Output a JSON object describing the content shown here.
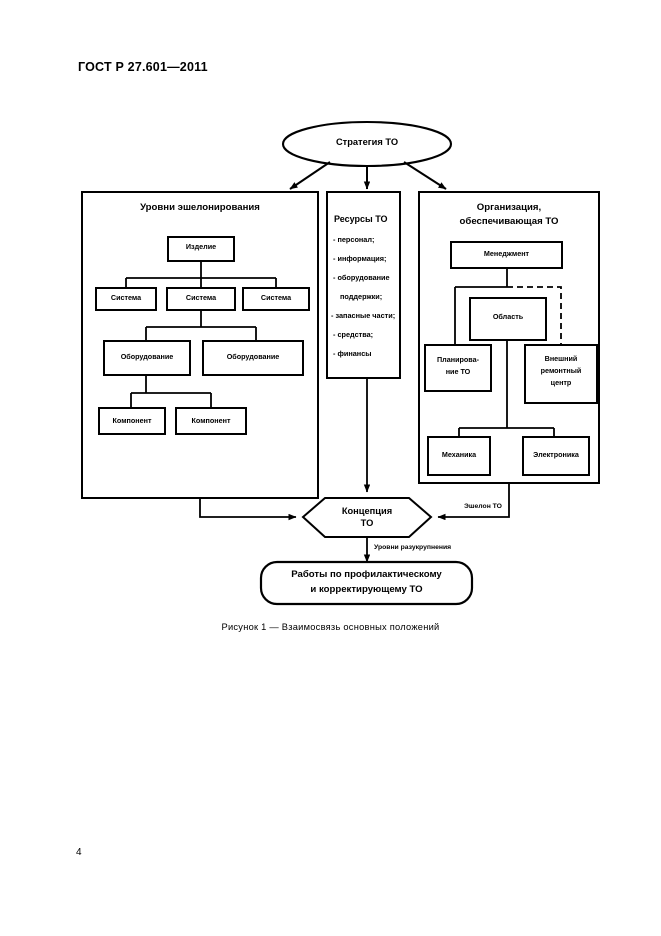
{
  "document": {
    "header": "ГОСТ Р 27.601—2011",
    "page_number": "4",
    "figure_caption": "Рисунок 1 — Взаимосвязь основных положений"
  },
  "diagram": {
    "strategy": {
      "label": "Стратегия ТО"
    },
    "panel_levels": {
      "title": "Уровни эшелонирования",
      "product": "Изделие",
      "systems": [
        "Система",
        "Система",
        "Система"
      ],
      "equipment": [
        "Оборудование",
        "Оборудование"
      ],
      "components": [
        "Компонент",
        "Компонент"
      ]
    },
    "panel_resources": {
      "title": "Ресурсы ТО",
      "items": [
        "- персонал;",
        "- информация;",
        "- оборудование",
        "поддержки;",
        "- запасные части;",
        "- средства;",
        "- финансы"
      ]
    },
    "panel_organization": {
      "title_line1": "Организация,",
      "title_line2": "обеспечивающая ТО",
      "management": "Менеджмент",
      "area": "Область",
      "planning_line1": "Планирова-",
      "planning_line2": "ние ТО",
      "external_line1": "Внешний",
      "external_line2": "ремонтный",
      "external_line3": "центр",
      "mechanics": "Механика",
      "electronics": "Электроника"
    },
    "concept": {
      "line1": "Концепция",
      "line2": "ТО"
    },
    "edge_labels": {
      "echelon": "Эшелон ТО",
      "disaggregation": "Уровни разукрупнения"
    },
    "works": {
      "line1": "Работы по профилактическому",
      "line2": "и корректирующему ТО"
    }
  },
  "colors": {
    "ink": "#000000",
    "paper": "#ffffff"
  }
}
